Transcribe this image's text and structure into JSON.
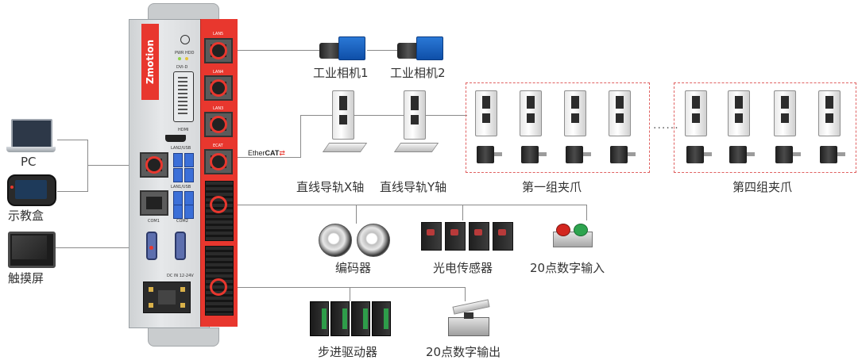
{
  "brand": "Zmotion",
  "controller": {
    "pwr_hdd": "PWR HDD",
    "dvi": "DVI-D",
    "hdmi": "HDMI",
    "lan2usb": "LAN2/USB",
    "lan1usb": "LAN1/USB",
    "com1": "COM1",
    "com2": "COM2",
    "dcin": "DC IN 12-24V",
    "lan5": "LAN5",
    "lan4": "LAN4",
    "lan3": "LAN3",
    "ecat": "ECAT"
  },
  "ethercat_logo": {
    "prefix": "Ether",
    "suffix": "CAT"
  },
  "labels": {
    "pc": "PC",
    "teach_pendant": "示教盒",
    "touchscreen": "触摸屏",
    "camera1": "工业相机1",
    "camera2": "工业相机2",
    "rail_x": "直线导轨X轴",
    "rail_y": "直线导轨Y轴",
    "group1": "第一组夹爪",
    "group4": "第四组夹爪",
    "encoder": "编码器",
    "photo_sensor": "光电传感器",
    "digital_input": "20点数字输入",
    "stepper_drive": "步进驱动器",
    "digital_output": "20点数字输出",
    "ellipsis": "......"
  },
  "colors": {
    "controller_red": "#e8372e",
    "group_border": "#e06060",
    "line": "#8a8a8a"
  }
}
